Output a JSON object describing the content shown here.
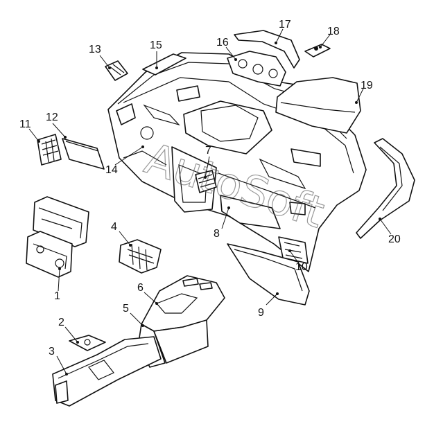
{
  "diagram": {
    "callouts": [
      {
        "id": "c1",
        "text": "1"
      },
      {
        "id": "c2",
        "text": "2"
      },
      {
        "id": "c3",
        "text": "3"
      },
      {
        "id": "c4",
        "text": "4"
      },
      {
        "id": "c5",
        "text": "5"
      },
      {
        "id": "c6",
        "text": "6"
      },
      {
        "id": "c7",
        "text": "7"
      },
      {
        "id": "c8",
        "text": "8"
      },
      {
        "id": "c9",
        "text": "9"
      },
      {
        "id": "c10",
        "text": "10"
      },
      {
        "id": "c11",
        "text": "11"
      },
      {
        "id": "c12",
        "text": "12"
      },
      {
        "id": "c13",
        "text": "13"
      },
      {
        "id": "c14",
        "text": "14"
      },
      {
        "id": "c15",
        "text": "15"
      },
      {
        "id": "c16",
        "text": "16"
      },
      {
        "id": "c17",
        "text": "17"
      },
      {
        "id": "c18",
        "text": "18"
      },
      {
        "id": "c19",
        "text": "19"
      },
      {
        "id": "c20",
        "text": "20"
      }
    ],
    "watermark": "AutoSoft"
  }
}
